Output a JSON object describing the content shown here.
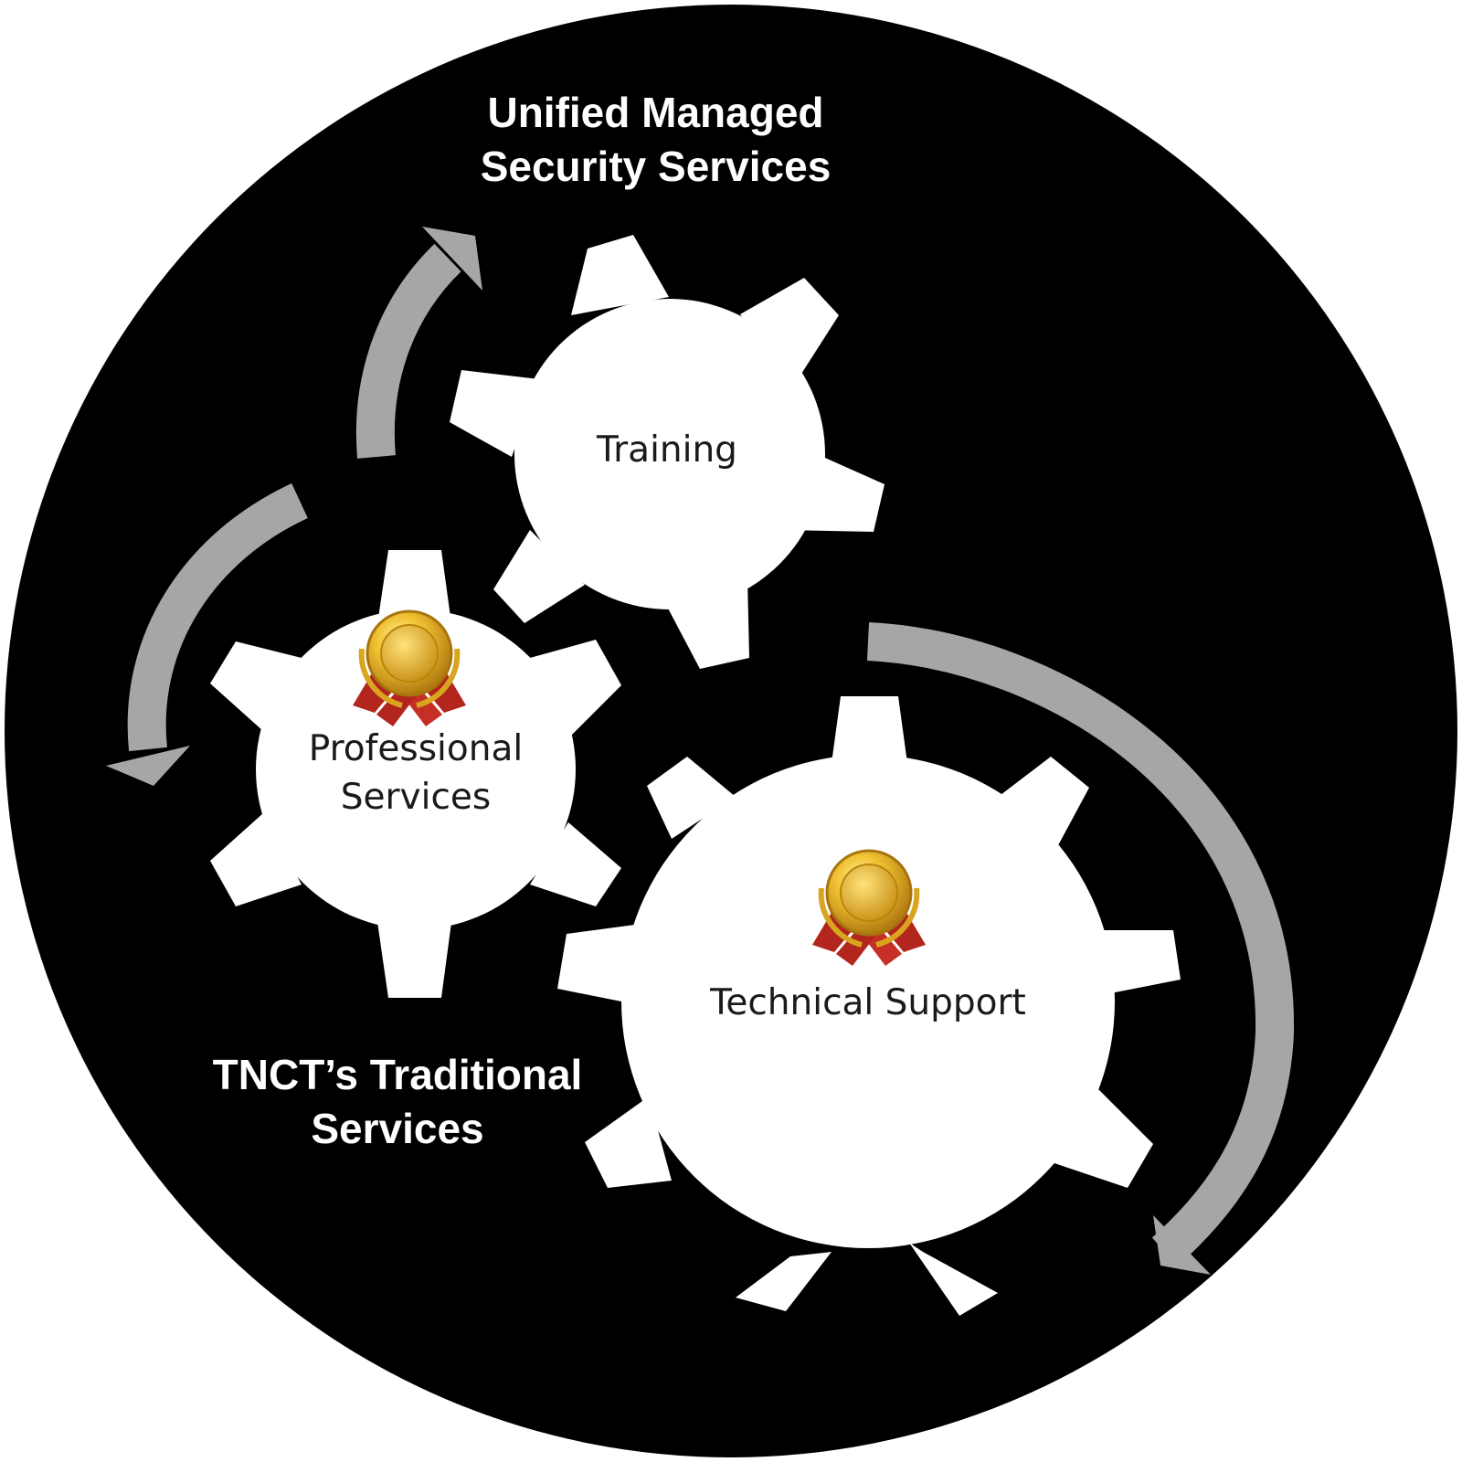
{
  "diagram": {
    "outer_heading": {
      "line1": "Unified Managed",
      "line2": "Security Services"
    },
    "inner_heading": {
      "line1": "TNCT’s Traditional",
      "line2": "Services"
    },
    "gears": {
      "training": {
        "label": "Training"
      },
      "professional": {
        "line1": "Professional",
        "line2": "Services"
      },
      "technical": {
        "label": "Technical Support"
      }
    },
    "colors": {
      "background": "#000000",
      "gear": "#ffffff",
      "arrow": "#a6a6a6",
      "medal_gold": "#e8b220",
      "ribbon_red": "#b3261e"
    },
    "icons": {
      "award": "award-medal-icon",
      "arrow": "curved-arrow-icon"
    }
  }
}
